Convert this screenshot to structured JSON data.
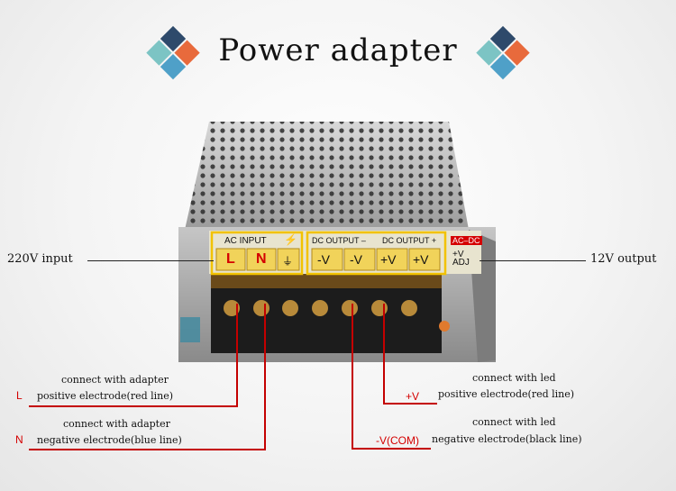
{
  "header": {
    "title": "Power adapter"
  },
  "panel": {
    "ac_label": "AC INPUT",
    "dc_neg_label": "DC OUTPUT –",
    "dc_pos_label": "DC OUTPUT +",
    "ac_dc_label": "AC–DC",
    "adj_label": "+V\nADJ",
    "terminals": [
      "L",
      "N",
      "⏚",
      "-V",
      "-V",
      "+V",
      "+V"
    ]
  },
  "callouts": {
    "input": "220V input",
    "output": "12V output",
    "l_marker": "L",
    "l_line1": "connect with adapter",
    "l_line2": "positive electrode(red line)",
    "n_marker": "N",
    "n_line1": "connect with adapter",
    "n_line2": "negative electrode(blue line)",
    "v_marker": "+V",
    "v_line1": "connect with led",
    "v_line2": "positive electrode(red line)",
    "com_marker": "-V(COM)",
    "com_line1": "connect with led",
    "com_line2": "negative electrode(black line)"
  },
  "colors": {
    "accent_red": "#d40000",
    "terminal_yellow": "#f1d35a",
    "highlight_yellow": "#f2c200",
    "diamond_orange": "#e86a3c",
    "diamond_blue": "#4fa0c8",
    "diamond_navy": "#2e4a6b",
    "diamond_teal": "#7cc4c4"
  }
}
